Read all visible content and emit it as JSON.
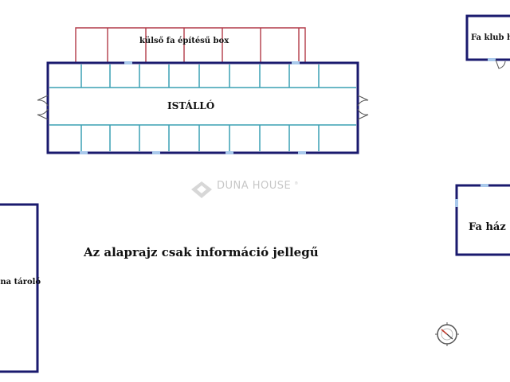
{
  "labels": {
    "box": "külső fa építésű box",
    "stable": "ISTÁLLÓ",
    "club": "Fa klub h",
    "wood_house": "Fa ház",
    "hay_storage": "ena tároló",
    "note": "Az alaprajz csak információ jellegű"
  },
  "watermark": {
    "brand": "DUNA HOUSE",
    "mark": "®"
  },
  "colors": {
    "wall": "#1a1a6e",
    "partition": "#3aa0b4",
    "box_outline": "#b23a48",
    "window": "#a9c9ec",
    "watermark": "#9a9a9a"
  },
  "compass_icon": "compass-icon"
}
